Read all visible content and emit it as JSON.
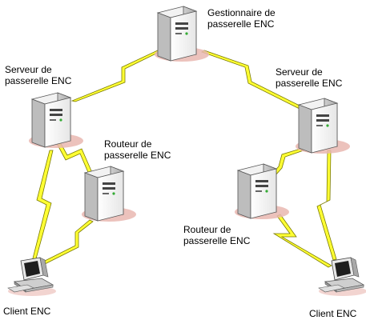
{
  "nodes": {
    "manager": {
      "line1": "Gestionnaire de",
      "line2": "passerelle ENC"
    },
    "server_left": {
      "line1": "Serveur de",
      "line2": "passerelle ENC"
    },
    "server_right": {
      "line1": "Serveur de",
      "line2": "passerelle ENC"
    },
    "router_left": {
      "line1": "Routeur de",
      "line2": "passerelle ENC"
    },
    "router_right": {
      "line1": "Routeur de",
      "line2": "passerelle ENC"
    },
    "client_left": {
      "label": "Client ENC"
    },
    "client_right": {
      "label": "Client ENC"
    }
  },
  "colors": {
    "link_fill": "#ffff33",
    "link_stroke": "#7a7a00",
    "server_body": "#ffffff",
    "server_side": "#d9d9d9",
    "shadow": "#e9b7b0"
  }
}
